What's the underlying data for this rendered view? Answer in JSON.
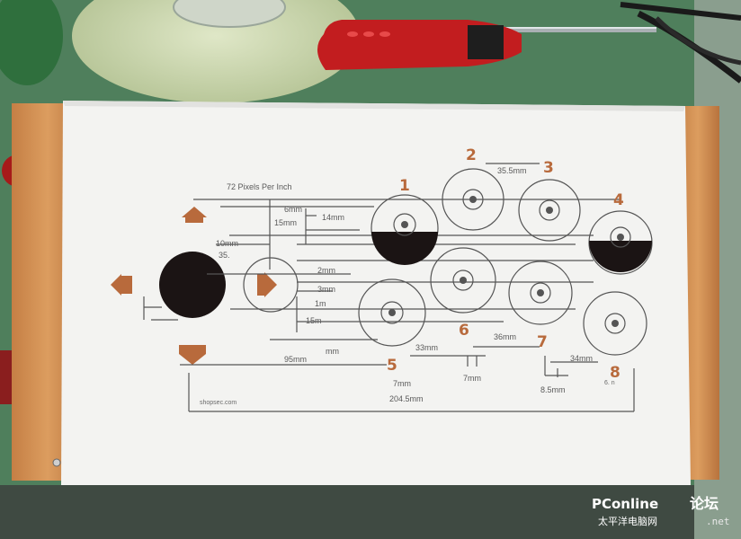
{
  "template": {
    "header": "72 Pixels Per Inch",
    "button_numbers": [
      "1",
      "2",
      "3",
      "4",
      "5",
      "6",
      "7",
      "8"
    ],
    "dimensions": {
      "d_35_5": "35.5mm",
      "d_6": "6mm",
      "d_14": "14mm",
      "d_15": "15mm",
      "d_10": "10mm",
      "d_35": "35.",
      "d_2": "2mm",
      "d_3": "3mm",
      "d_1": "1m",
      "d_15b": "15m",
      "d_mm": "mm",
      "d_95": "95mm",
      "d_33": "33mm",
      "d_36": "36mm",
      "d_34": "34mm",
      "d_7a": "7mm",
      "d_7b": "7mm",
      "d_8_5": "8.5mm",
      "d_204_5": "204.5mm",
      "d_6n": "6.    n"
    },
    "credit": "shopsec.com"
  },
  "watermark": {
    "brand": "PConline",
    "forum": "论坛",
    "chinese": "太平洋电脑网",
    "domain": ".net"
  }
}
